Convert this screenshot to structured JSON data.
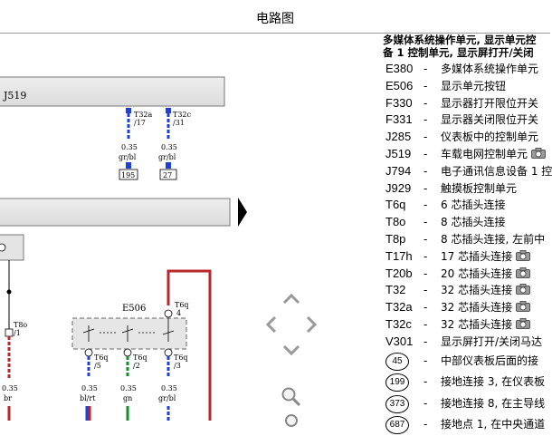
{
  "page": {
    "title": "电路图"
  },
  "legend": {
    "header_line1": "多媒体系统操作单元, 显示单元控",
    "header_line2": "备 1 控制单元, 显示屏打开/关闭",
    "items": [
      {
        "code": "E380",
        "desc": "多媒体系统操作单元",
        "camera": false
      },
      {
        "code": "E506",
        "desc": "显示单元按钮",
        "camera": false
      },
      {
        "code": "F330",
        "desc": "显示器打开限位开关",
        "camera": false
      },
      {
        "code": "F331",
        "desc": "显示器关闭限位开关",
        "camera": false
      },
      {
        "code": "J285",
        "desc": "仪表板中的控制单元",
        "camera": false
      },
      {
        "code": "J519",
        "desc": "车载电网控制单元",
        "camera": true
      },
      {
        "code": "J794",
        "desc": "电子通讯信息设备 1 控",
        "camera": false
      },
      {
        "code": "J929",
        "desc": "触摸板控制单元",
        "camera": false
      },
      {
        "code": "T6q",
        "desc": "6 芯插头连接",
        "camera": false
      },
      {
        "code": "T8o",
        "desc": "8 芯插头连接",
        "camera": false
      },
      {
        "code": "T8p",
        "desc": "8 芯插头连接, 左前中",
        "camera": false
      },
      {
        "code": "T17h",
        "desc": "17 芯插头连接",
        "camera": true
      },
      {
        "code": "T20b",
        "desc": "20 芯插头连接",
        "camera": true
      },
      {
        "code": "T32",
        "desc": "32 芯插头连接",
        "camera": true
      },
      {
        "code": "T32a",
        "desc": "32 芯插头连接",
        "camera": true
      },
      {
        "code": "T32c",
        "desc": "32 芯插头连接",
        "camera": true
      },
      {
        "code": "V301",
        "desc": "显示屏打开/关闭马达",
        "camera": false
      }
    ],
    "ground_items": [
      {
        "num": "45",
        "desc": "中部仪表板后面的接"
      },
      {
        "num": "199",
        "desc": "接地连接 3, 在仪表板"
      },
      {
        "num": "373",
        "desc": "接地连接 8, 在主导线"
      },
      {
        "num": "687",
        "desc": "接地点 1, 在中央通道"
      }
    ],
    "dash": "-"
  },
  "diagram": {
    "j519_label": "J519",
    "e506_label": "E506",
    "pins": {
      "t32a": {
        "name": "T32a",
        "pin": "/17"
      },
      "t32c": {
        "name": "T32c",
        "pin": "/31"
      },
      "t6q_top": {
        "name": "T6q",
        "pin": "4"
      },
      "t6q_5": {
        "name": "T6q",
        "pin": "/5"
      },
      "t6q_2": {
        "name": "T6q",
        "pin": "/2"
      },
      "t6q_3": {
        "name": "T6q",
        "pin": "/3"
      },
      "t8o": {
        "name": "T8o",
        "pin": "/1"
      }
    },
    "wires": {
      "w1": {
        "size": "0.35",
        "color": "gr/bl",
        "ref": "195"
      },
      "w2": {
        "size": "0.35",
        "color": "gr/bl",
        "ref": "27"
      },
      "w3": {
        "size": "0.35",
        "color": "br"
      },
      "w4": {
        "size": "0.35",
        "color": "bl/rt"
      },
      "w5": {
        "size": "0.35",
        "color": "gn"
      },
      "w6": {
        "size": "0.35",
        "color": "gr/bl"
      }
    },
    "colors": {
      "red": "#b8272c",
      "blue": "#1f3fd6",
      "green": "#1a8c2a",
      "grey": "#9a9a9a"
    }
  }
}
